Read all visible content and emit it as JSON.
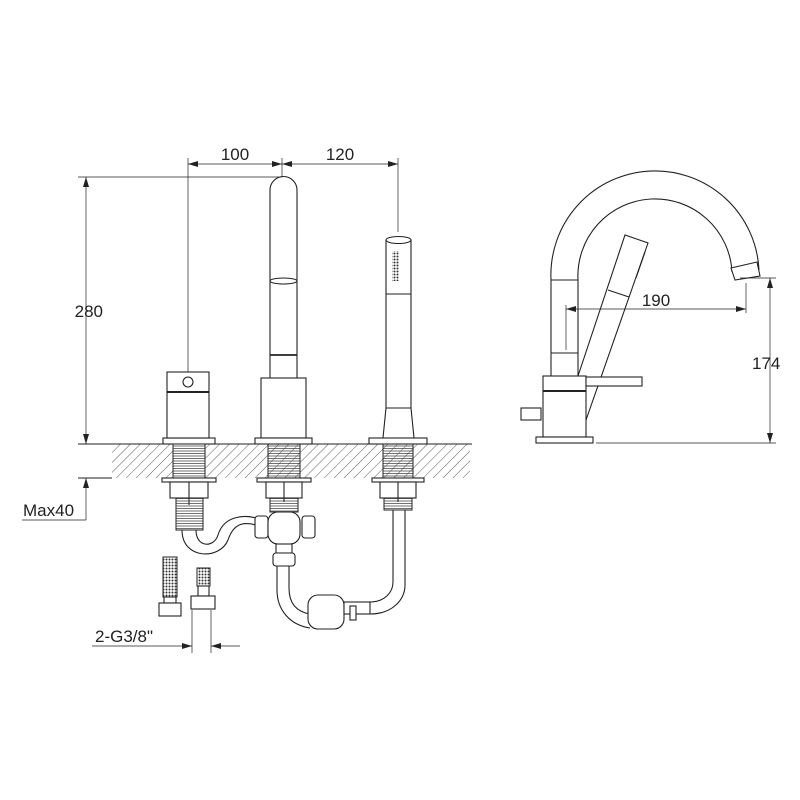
{
  "drawing": {
    "dimensions": {
      "spacing_mixer_spout": "100",
      "spacing_spout_shower": "120",
      "spout_height": "280",
      "max_deck_thickness": "Max40",
      "inlet_connection": "2-G3/8\"",
      "spout_reach": "190",
      "spout_outlet_height": "174"
    },
    "colors": {
      "line": "#222222",
      "background": "#ffffff"
    }
  }
}
